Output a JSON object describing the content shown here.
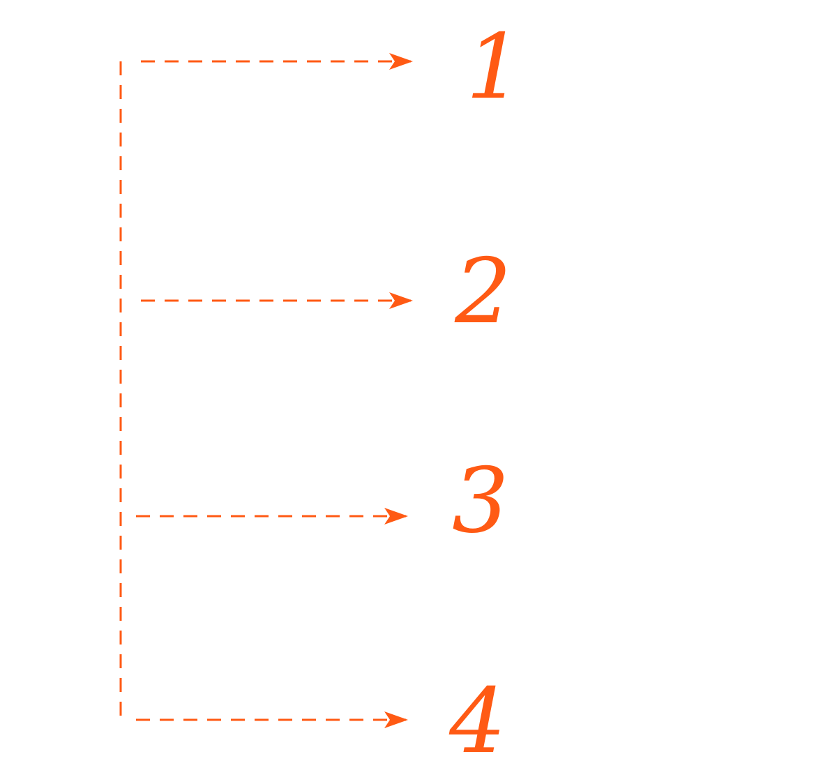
{
  "colors": {
    "accent": "#FF5A14",
    "background": "#FFFFFF"
  },
  "diagram": {
    "line_style": "dashed",
    "labels": [
      "1",
      "2",
      "3",
      "4"
    ]
  }
}
